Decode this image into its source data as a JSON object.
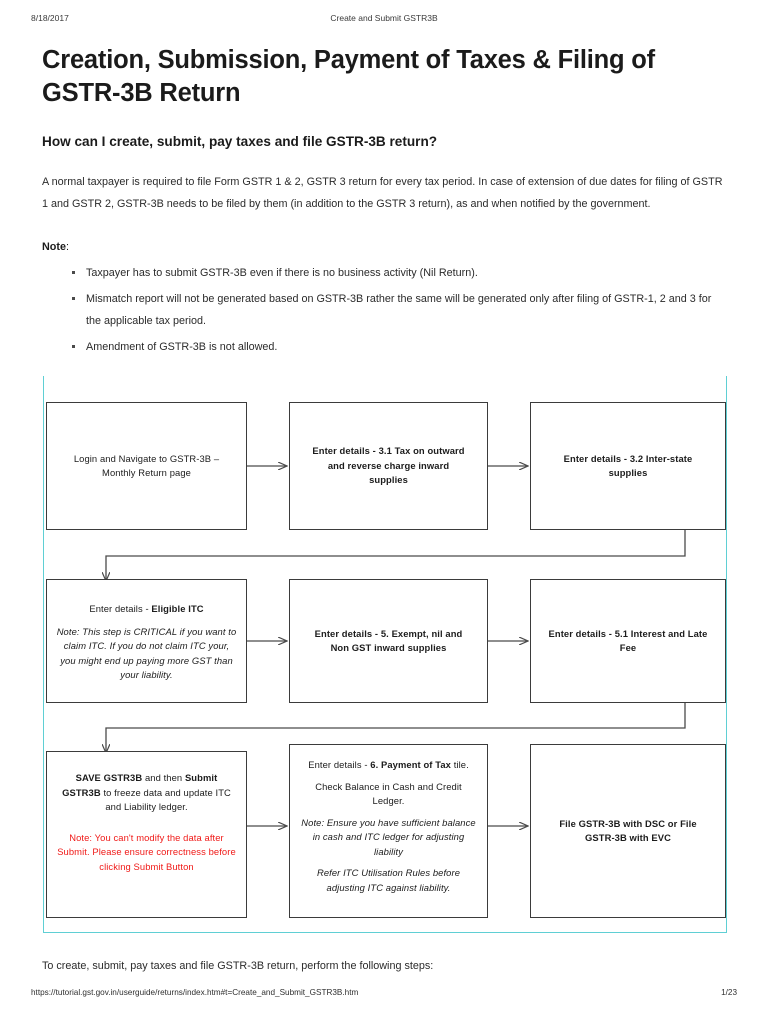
{
  "header": {
    "date": "8/18/2017",
    "title": "Create and Submit GSTR3B"
  },
  "document": {
    "title": "Creation, Submission, Payment of Taxes & Filing of GSTR-3B Return",
    "question": "How can I create, submit, pay taxes and file GSTR-3B return?",
    "intro": "A normal taxpayer is required to file Form GSTR 1 & 2, GSTR 3 return for every tax period. In case of extension of due dates for filing of GSTR 1 and GSTR 2, GSTR-3B needs to be filed by them (in addition to the GSTR 3 return), as and when notified by the government.",
    "note_label": "Note",
    "note_label_suffix": ":",
    "note_items": [
      "Taxpayer has to submit GSTR-3B even if there is no business activity (Nil Return).",
      "Mismatch report will not be generated based on GSTR-3B rather the same will be generated only after filing of GSTR-1, 2 and 3 for the applicable tax period.",
      "Amendment of GSTR-3B is not allowed."
    ],
    "closing": "To create, submit, pay taxes and file GSTR-3B return, perform the following steps:"
  },
  "flowchart": {
    "frame_color": "#5fcfd4",
    "box_border_color": "#3b3b3b",
    "connector_color": "#4a4a4a",
    "warning_color": "#f01a18",
    "boxes": {
      "login": {
        "line1": "Login and Navigate to GSTR-3B –",
        "line2": "Monthly Return page"
      },
      "tax_outward": {
        "line1": "Enter details - 3.1 Tax on outward",
        "line2": "and reverse charge inward",
        "line3": "supplies"
      },
      "interstate": {
        "line1": "Enter details - 3.2 Inter-state",
        "line2": "supplies"
      },
      "eligible_itc": {
        "heading_prefix": "Enter details - ",
        "heading_bold": "Eligible ITC",
        "note": "Note: This step is CRITICAL if you want to claim ITC. If you do not claim ITC your, you might end up paying more GST than your liability."
      },
      "exempt_nil": {
        "line1": "Enter details - 5. Exempt, nil and",
        "line2": "Non GST inward supplies"
      },
      "interest_late_fee": {
        "line1": "Enter details - 5.1 Interest and Late",
        "line2": "Fee"
      },
      "save_submit": {
        "body_strong1": "SAVE GSTR3B",
        "body_mid": " and then ",
        "body_strong2": "Submit GSTR3B",
        "body_rest": " to freeze data and update ITC and Liability ledger.",
        "warning": "Note: You can't modify the data after Submit. Please ensure correctness before clicking Submit Button"
      },
      "payment_tax": {
        "heading_prefix": "Enter details - ",
        "heading_bold": "6. Payment of Tax",
        "heading_suffix": " tile.",
        "line2": "Check Balance in Cash and Credit Ledger.",
        "note1": "Note: Ensure you have sufficient balance in cash and ITC ledger for adjusting liability",
        "note2": "Refer ITC Utilisation Rules before adjusting ITC against liability."
      },
      "file_return": {
        "line1": "File GSTR-3B with DSC or File",
        "line2": "GSTR-3B with EVC"
      }
    }
  },
  "footer": {
    "url": "https://tutorial.gst.gov.in/userguide/returns/index.htm#t=Create_and_Submit_GSTR3B.htm",
    "page": "1/23"
  }
}
